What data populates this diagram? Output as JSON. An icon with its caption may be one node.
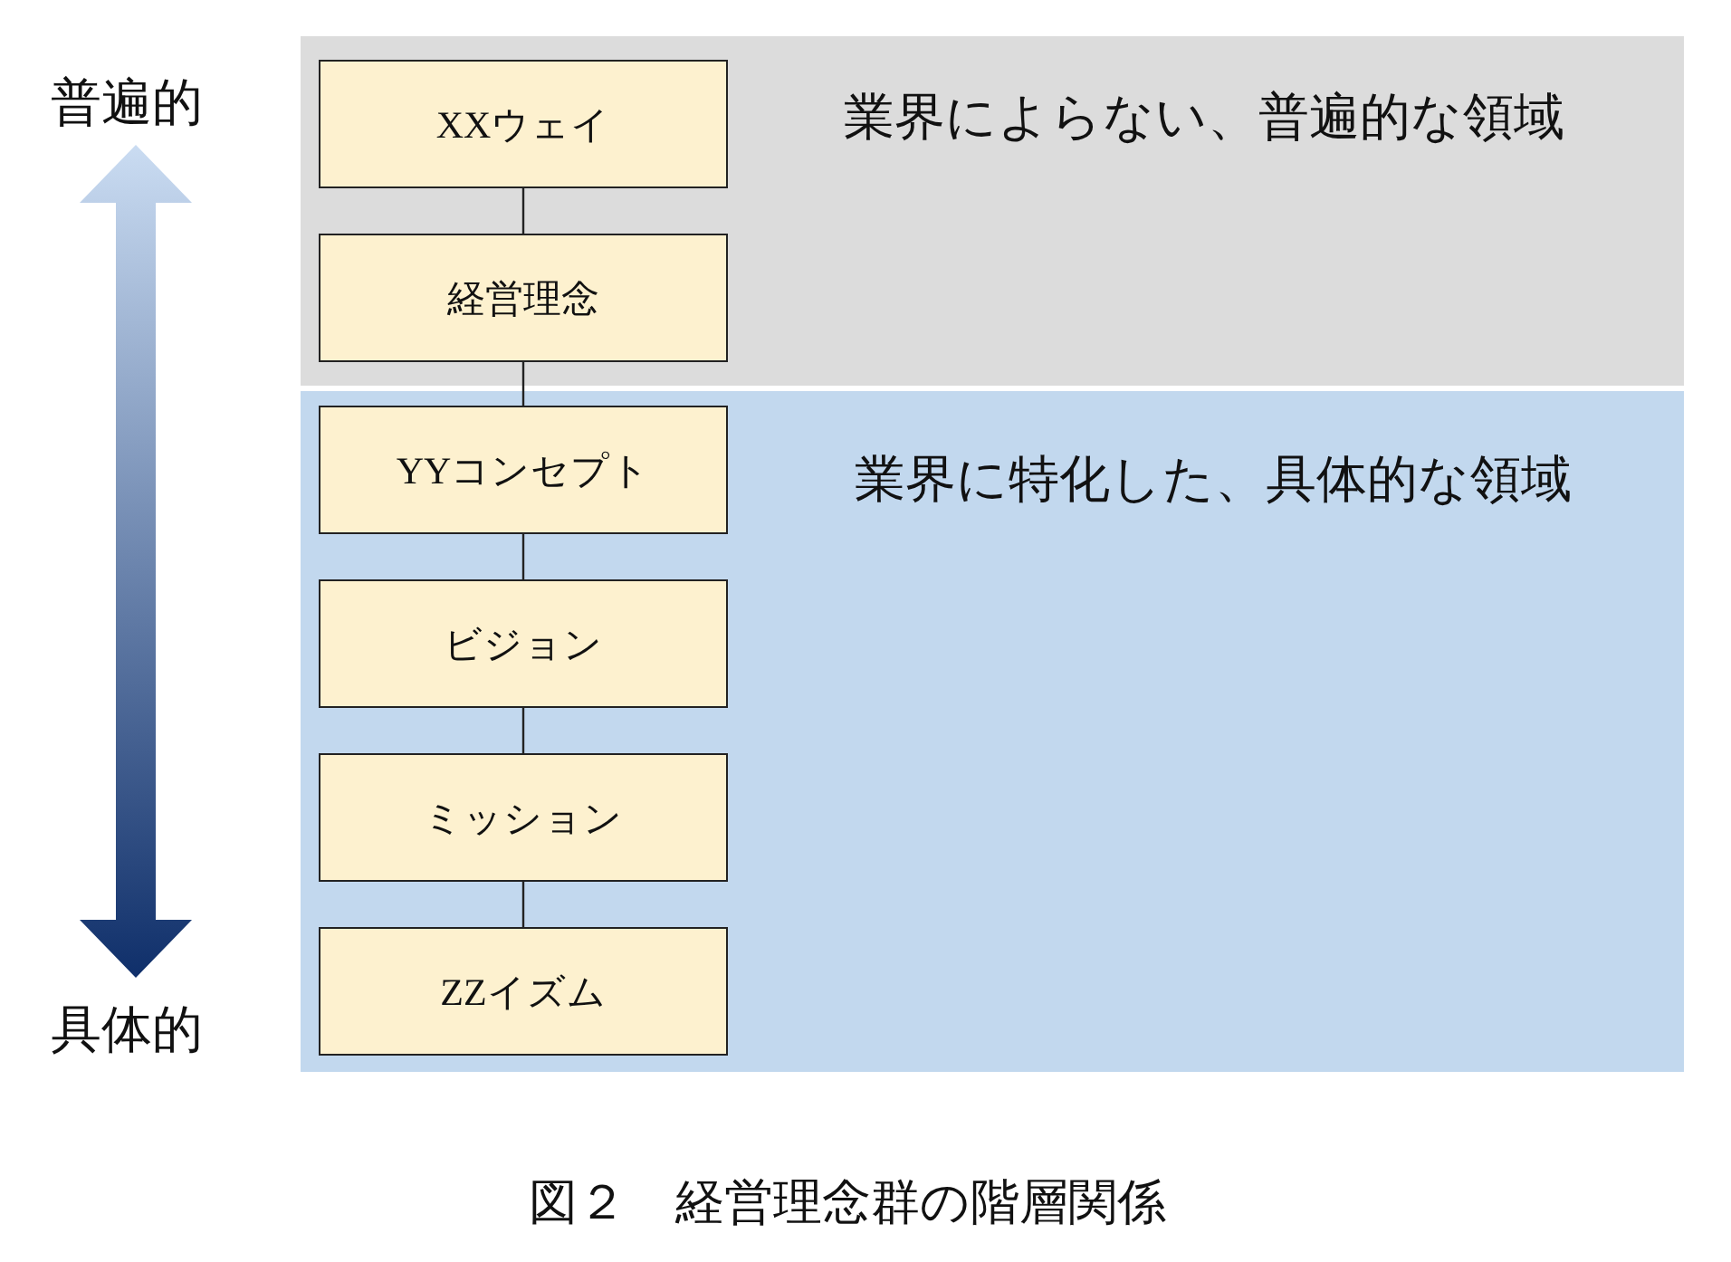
{
  "diagram": {
    "caption": "図２　経営理念群の階層関係",
    "nodes": [
      {
        "text": [
          "業界によらない、普遍的な領域"
        ]
      },
      {
        "text": [
          "XXウェイ"
        ],
        "in": 0
      },
      {
        "text": [
          "経営理念"
        ],
        "in": 0
      },
      {
        "text": [
          "業界に特化した、具体的な領域"
        ]
      },
      {
        "text": [
          "YYコンセプト"
        ],
        "in": 3
      },
      {
        "text": [
          "ビジョン"
        ],
        "in": 3
      },
      {
        "text": [
          "ミッション"
        ],
        "in": 3
      },
      {
        "text": [
          "ZZイズム"
        ],
        "in": 3
      }
    ],
    "edges": [
      {
        "from": 1,
        "to": 2,
        "arrow": "none"
      },
      {
        "from": 2,
        "to": 4,
        "arrow": "none"
      },
      {
        "from": 4,
        "to": 5,
        "arrow": "none"
      },
      {
        "from": 5,
        "to": 6,
        "arrow": "none"
      },
      {
        "from": 6,
        "to": 7,
        "arrow": "none"
      }
    ],
    "labels": [
      "普遍的",
      "具体的"
    ]
  }
}
